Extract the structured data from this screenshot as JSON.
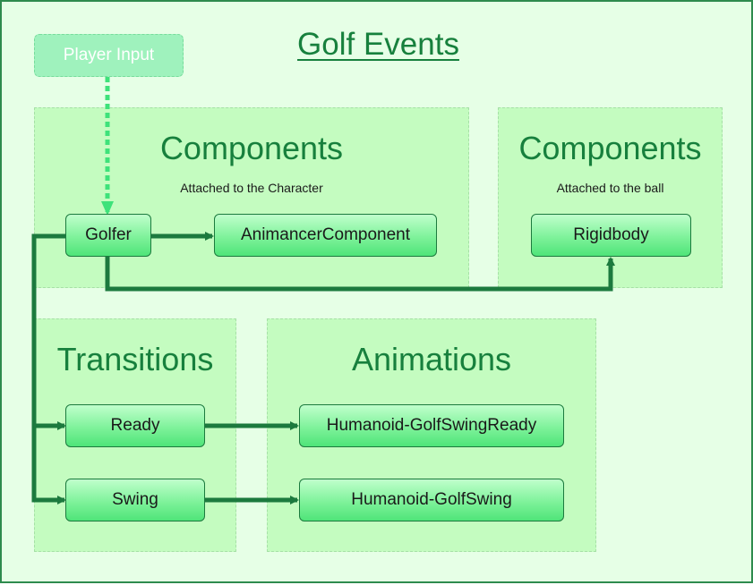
{
  "diagram": {
    "title": "Golf Events",
    "input": {
      "label": "Player Input"
    },
    "groups": {
      "character": {
        "title": "Components",
        "subtitle": "Attached to the Character"
      },
      "ball": {
        "title": "Components",
        "subtitle": "Attached to the ball"
      },
      "transitions": {
        "title": "Transitions"
      },
      "animations": {
        "title": "Animations"
      }
    },
    "nodes": {
      "golfer": "Golfer",
      "animancer": "AnimancerComponent",
      "rigidbody": "Rigidbody",
      "ready": "Ready",
      "swing": "Swing",
      "ready_anim": "Humanoid-GolfSwingReady",
      "swing_anim": "Humanoid-GolfSwing"
    },
    "edges": [
      {
        "from": "Player Input",
        "to": "Golfer",
        "style": "dashed"
      },
      {
        "from": "Golfer",
        "to": "AnimancerComponent",
        "style": "solid"
      },
      {
        "from": "Golfer",
        "to": "Rigidbody",
        "style": "solid"
      },
      {
        "from": "Golfer",
        "to": "Ready",
        "style": "solid"
      },
      {
        "from": "Golfer",
        "to": "Swing",
        "style": "solid"
      },
      {
        "from": "Ready",
        "to": "Humanoid-GolfSwingReady",
        "style": "solid"
      },
      {
        "from": "Swing",
        "to": "Humanoid-GolfSwing",
        "style": "solid"
      }
    ],
    "colors": {
      "background": "#e6ffe6",
      "group_fill": "#c4fcc0",
      "title_text": "#17803d",
      "arrow": "#1c7a3e",
      "input_arrow": "#3ee27a"
    }
  }
}
